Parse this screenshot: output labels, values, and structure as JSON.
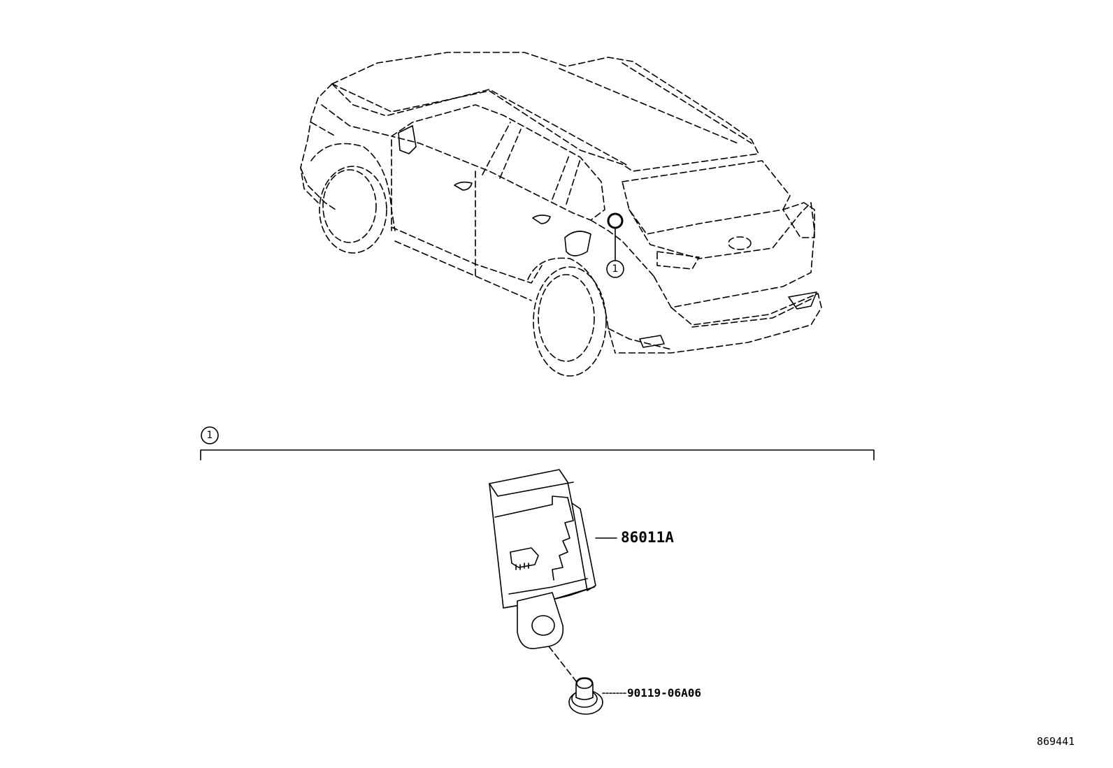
{
  "diagram": {
    "callout_marker": "1",
    "section_marker": "1",
    "parts": [
      {
        "number": "86011A"
      },
      {
        "number": "90119-06A06"
      }
    ],
    "illustration_id": "869441"
  }
}
